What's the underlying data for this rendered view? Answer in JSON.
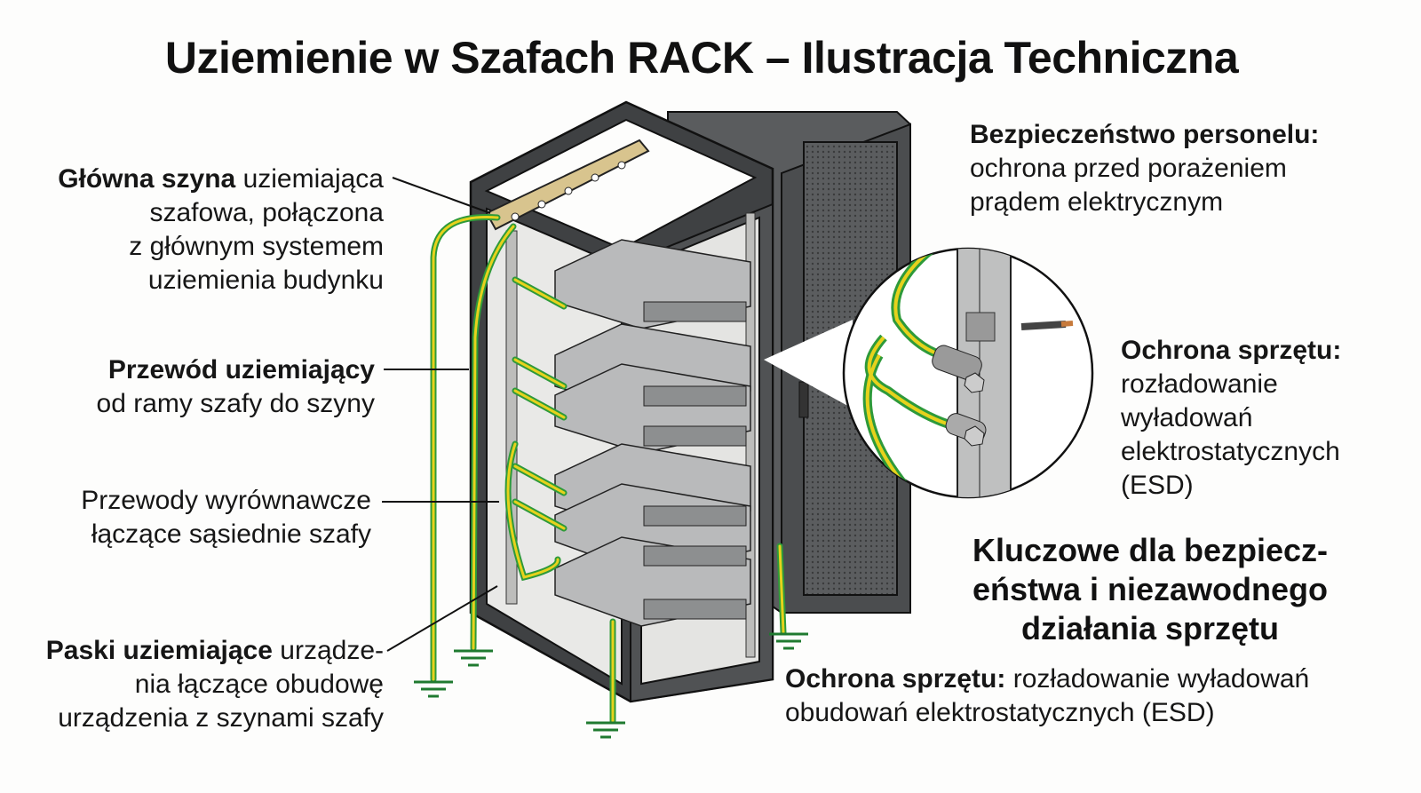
{
  "title": "Uziemienie w Szafach RACK – Ilustracja Techniczna",
  "left_labels": {
    "main_bus": {
      "bold": "Główna szyna",
      "rest_1": " uziemiająca",
      "line_2": "szafowa, połączona",
      "line_3": "z głównym systemem",
      "line_4": "uziemienia budynku"
    },
    "ground_wire": {
      "bold": "Przewód uziemiający",
      "line_2": "od ramy szafy do szyny"
    },
    "bonding": {
      "line_1": "Przewody wyrównawcze",
      "line_2": "łączące sąsiednie szafy"
    },
    "straps": {
      "bold": "Paski uziemiające",
      "rest_1": " urządze-",
      "line_2": "nia łączące obudowę",
      "line_3": "urządzenia z szynami szafy"
    }
  },
  "right_labels": {
    "personnel": {
      "bold": "Bezpieczeństwo personelu:",
      "line_2": "ochrona przed porażeniem",
      "line_3": "prądem elektrycznym"
    },
    "equipment": {
      "bold": "Ochrona sprzętu:",
      "line_2": "rozładowanie",
      "line_3": "wyładowań",
      "line_4": "elektrostatycznych",
      "line_5": "(ESD)"
    },
    "key": {
      "line_1": "Kluczowe dla bezpiecz-",
      "line_2": "eństwa i niezawodnego",
      "line_3": "działania sprzętu"
    },
    "equipment_2": {
      "bold": "Ochrona sprzętu:",
      "rest_1": " rozładowanie wyładowań",
      "line_2": "obudowań elektrostatycznych (ESD)"
    }
  },
  "colors": {
    "ground_green": "#2e9a3a",
    "ground_yellow": "#e6d21c",
    "rack_dark": "#4a4c4e",
    "busbar": "#d8c48e"
  }
}
